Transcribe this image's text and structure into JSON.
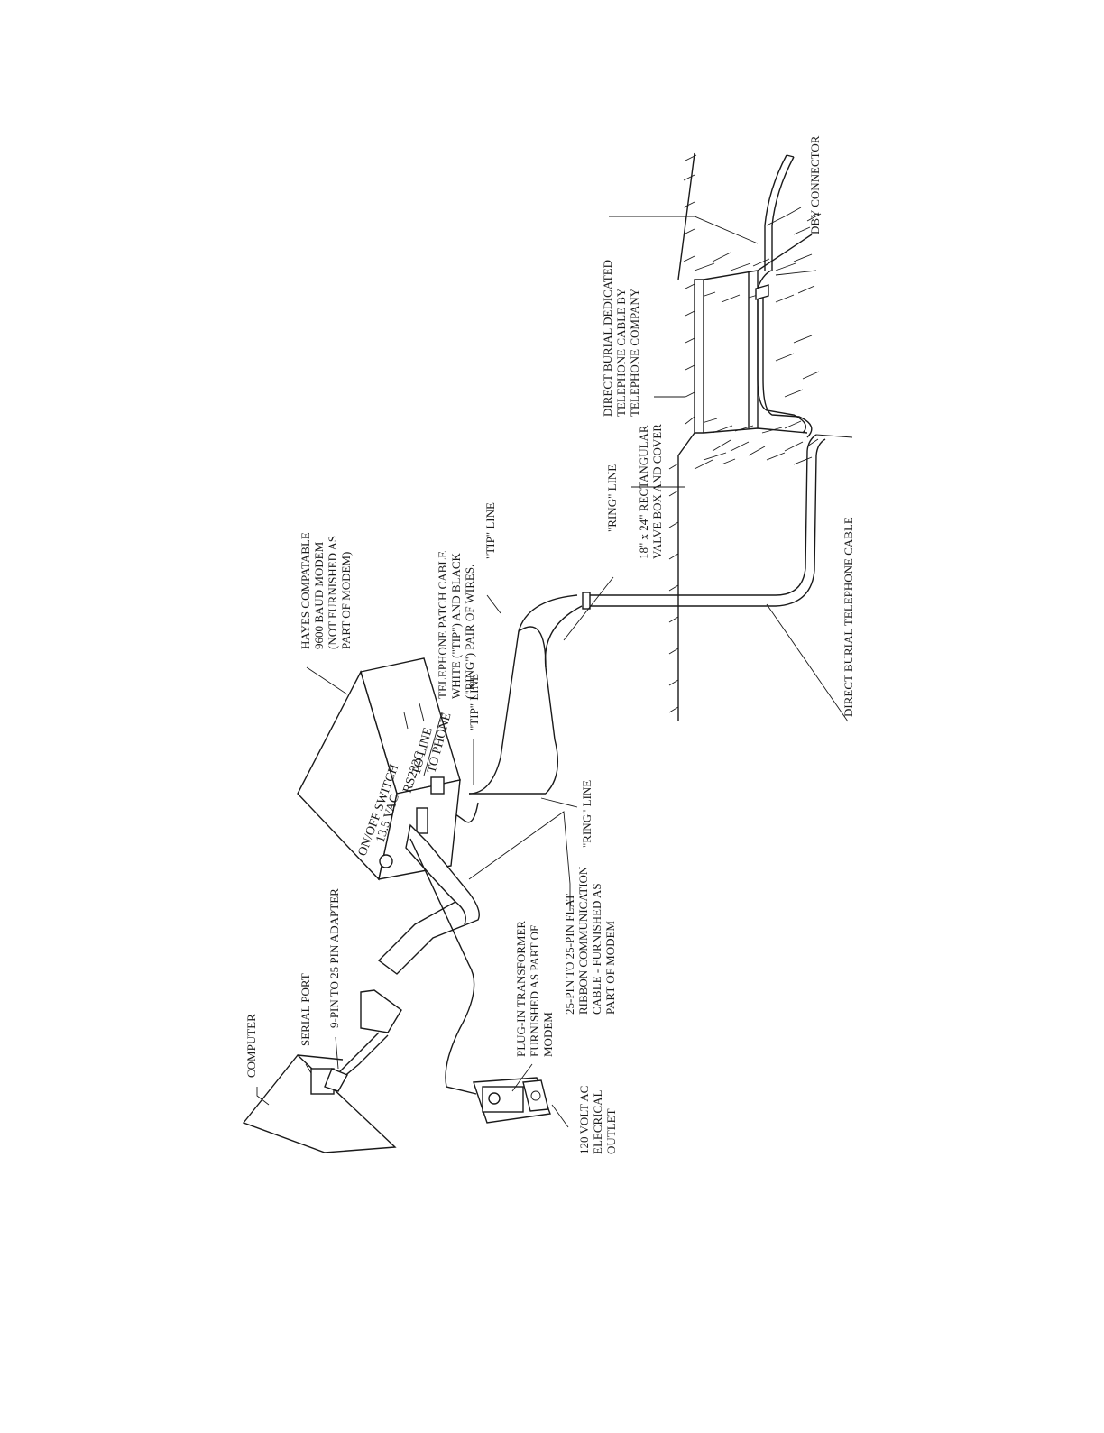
{
  "diagram": {
    "labels": {
      "computer": "COMPUTER",
      "serial_port": "SERIAL PORT",
      "adapter": "9-PIN TO 25 PIN ADAPTER",
      "outlet": [
        "120 VOLT AC",
        "ELECRICAL",
        "OUTLET"
      ],
      "transformer": [
        "PLUG-IN TRANSFORMER",
        "FURNISHED AS PART OF",
        "MODEM"
      ],
      "ribbon": [
        "25-PIN TO 25-PIN FLAT",
        "RIBBON COMMUNICATION",
        "CABLE - FURNISHED AS",
        "PART OF MODEM"
      ],
      "ring_line_bottom": "\"RING\" LINE",
      "tip_line_left": "\"TIP\" LINE",
      "patch_cable": [
        "TELEPHONE PATCH CABLE",
        "WHITE (\"TIP\") AND BLACK",
        "(\"RING\")  PAIR OF WIRES."
      ],
      "hayes_modem": [
        "HAYES COMPATABLE",
        "9600 BAUD MODEM",
        "(NOT FURNISHED AS",
        "PART OF MODEM)"
      ],
      "tip_line_top": "\"TIP\" LINE",
      "ring_line_mid": "\"RING\" LINE",
      "valve_box": [
        "18\" x 24\" RECTANGULAR",
        "VALVE BOX AND COVER"
      ],
      "direct_burial_cable": "DIRECT BURIAL TELEPHONE CABLE",
      "dedicated_cable": [
        "DIRECT BURIAL DEDICATED",
        "TELEPHONE CABLE BY",
        "TELEPHONE COMPANY"
      ],
      "dby_connector": "DBY CONNECTOR"
    },
    "modem_face": {
      "switch": "ON/OFF SWITCH",
      "vac": "13.5 VAC",
      "rs232": "RS232C",
      "to_line": "TO LINE",
      "to_phone": "TO PHONE"
    }
  }
}
